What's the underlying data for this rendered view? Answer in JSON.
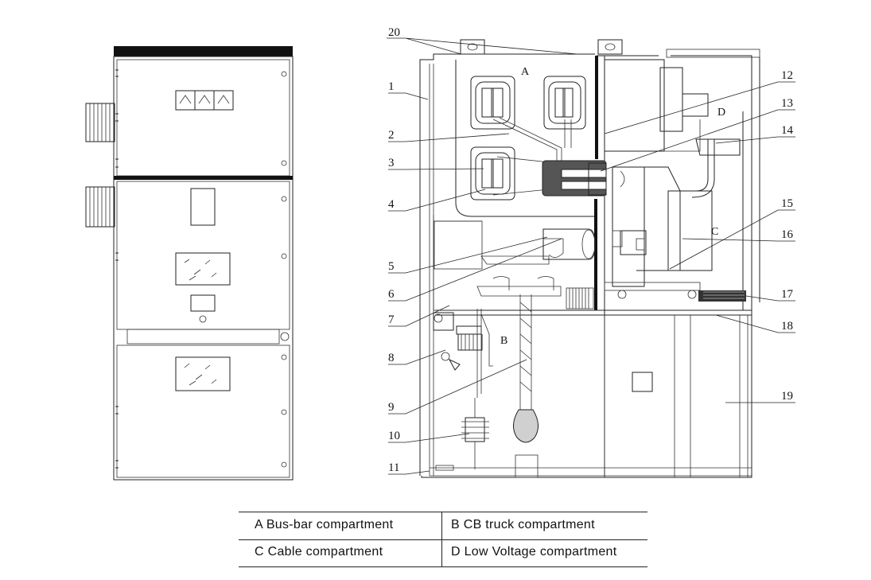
{
  "callouts": [
    "1",
    "2",
    "3",
    "4",
    "5",
    "6",
    "7",
    "8",
    "9",
    "10",
    "11",
    "12",
    "13",
    "14",
    "15",
    "16",
    "17",
    "18",
    "19",
    "20"
  ],
  "compartment_letters": {
    "a": "A",
    "b": "B",
    "c": "C",
    "d": "D"
  },
  "legend": {
    "rows": [
      {
        "left": "A  Bus-bar compartment",
        "right": "B  CB truck compartment"
      },
      {
        "left": "C  Cable compartment",
        "right": "D  Low Voltage compartment"
      }
    ]
  },
  "colors": {
    "line": "#222222",
    "background": "#ffffff"
  }
}
